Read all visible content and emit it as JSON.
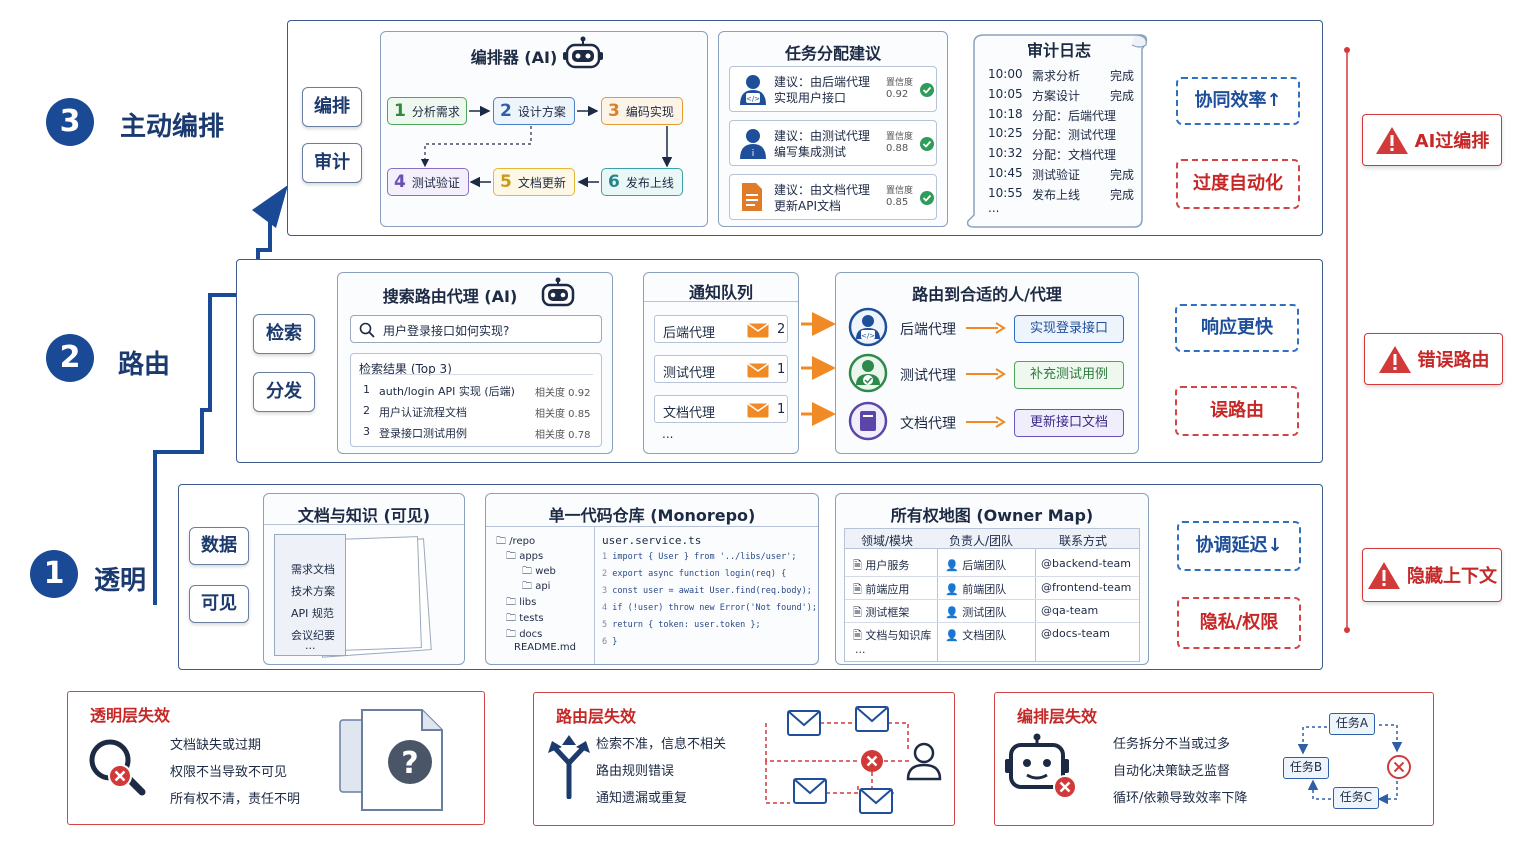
{
  "levels": [
    {
      "num": "1",
      "title": "透明"
    },
    {
      "num": "2",
      "title": "路由"
    },
    {
      "num": "3",
      "title": "主动编排"
    }
  ],
  "level3": {
    "buttons": [
      "编排",
      "审计"
    ],
    "orchestrator": {
      "title": "编排器 (AI)",
      "steps": [
        {
          "n": "1",
          "label": "分析需求"
        },
        {
          "n": "2",
          "label": "设计方案"
        },
        {
          "n": "3",
          "label": "编码实现"
        },
        {
          "n": "4",
          "label": "测试验证"
        },
        {
          "n": "5",
          "label": "文档更新"
        },
        {
          "n": "6",
          "label": "发布上线"
        }
      ]
    },
    "assign": {
      "title": "任务分配建议",
      "conf_label": "置信度",
      "items": [
        {
          "l1": "建议：由后端代理",
          "l2": "实现用户接口",
          "conf": "0.92"
        },
        {
          "l1": "建议：由测试代理",
          "l2": "编写集成测试",
          "conf": "0.88"
        },
        {
          "l1": "建议：由文档代理",
          "l2": "更新API文档",
          "conf": "0.85"
        }
      ]
    },
    "audit": {
      "title": "审计日志",
      "rows": [
        {
          "t": "10:00",
          "a": "需求分析",
          "s": "完成"
        },
        {
          "t": "10:05",
          "a": "方案设计",
          "s": "完成"
        },
        {
          "t": "10:18",
          "a": "分配：后端代理",
          "s": ""
        },
        {
          "t": "10:25",
          "a": "分配：测试代理",
          "s": ""
        },
        {
          "t": "10:32",
          "a": "分配：文档代理",
          "s": ""
        },
        {
          "t": "10:45",
          "a": "测试验证",
          "s": "完成"
        },
        {
          "t": "10:55",
          "a": "发布上线",
          "s": "完成"
        }
      ],
      "more": "..."
    },
    "benefit": "协同效率↑",
    "risk": "过度自动化"
  },
  "level2": {
    "buttons": [
      "检索",
      "分发"
    ],
    "search": {
      "title": "搜索路由代理 (AI)",
      "query": "用户登录接口如何实现?",
      "results_title": "检索结果 (Top 3)",
      "results": [
        {
          "n": "1",
          "label": "auth/login API 实现 (后端)",
          "score": "相关度 0.92"
        },
        {
          "n": "2",
          "label": "用户认证流程文档",
          "score": "相关度 0.85"
        },
        {
          "n": "3",
          "label": "登录接口测试用例",
          "score": "相关度 0.78"
        }
      ]
    },
    "queue": {
      "title": "通知队列",
      "items": [
        {
          "label": "后端代理",
          "count": "2"
        },
        {
          "label": "测试代理",
          "count": "1"
        },
        {
          "label": "文档代理",
          "count": "1"
        }
      ],
      "more": "..."
    },
    "route": {
      "title": "路由到合适的人/代理",
      "items": [
        {
          "agent": "后端代理",
          "target": "实现登录接口"
        },
        {
          "agent": "测试代理",
          "target": "补充测试用例"
        },
        {
          "agent": "文档代理",
          "target": "更新接口文档"
        }
      ]
    },
    "benefit": "响应更快",
    "risk": "误路由"
  },
  "level1": {
    "buttons": [
      "数据",
      "可见"
    ],
    "docs": {
      "title": "文档与知识 (可见)",
      "items": [
        "需求文档",
        "技术方案",
        "API 规范",
        "会议纪要",
        "..."
      ]
    },
    "monorepo": {
      "title": "单一代码仓库 (Monorepo)",
      "tree": [
        "/repo",
        "apps",
        "web",
        "api",
        "libs",
        "tests",
        "docs",
        "README.md"
      ],
      "file": "user.service.ts",
      "code": [
        {
          "n": "1",
          "text": "import { User } from '../libs/user';"
        },
        {
          "n": "2",
          "text": "export async function login(req) {"
        },
        {
          "n": "3",
          "text": "  const user = await User.find(req.body);"
        },
        {
          "n": "4",
          "text": "  if (!user) throw new Error('Not found');"
        },
        {
          "n": "5",
          "text": "  return { token: user.token };"
        },
        {
          "n": "6",
          "text": "}"
        }
      ]
    },
    "owners": {
      "title": "所有权地图 (Owner Map)",
      "headers": [
        "领域/模块",
        "负责人/团队",
        "联系方式"
      ],
      "rows": [
        {
          "domain": "用户服务",
          "team": "后端团队",
          "contact": "@backend-team"
        },
        {
          "domain": "前端应用",
          "team": "前端团队",
          "contact": "@frontend-team"
        },
        {
          "domain": "测试框架",
          "team": "测试团队",
          "contact": "@qa-team"
        },
        {
          "domain": "文档与知识库",
          "team": "文档团队",
          "contact": "@docs-team"
        }
      ],
      "more": "..."
    },
    "benefit": "协调延迟↓",
    "risk": "隐私/权限"
  },
  "warnings": [
    "AI过编排",
    "错误路由",
    "隐藏上下文"
  ],
  "failures": [
    {
      "title": "透明层失效",
      "bullets": [
        "文档缺失或过期",
        "权限不当导致不可见",
        "所有权不清，责任不明"
      ]
    },
    {
      "title": "路由层失效",
      "bullets": [
        "检索不准，信息不相关",
        "路由规则错误",
        "通知遗漏或重复"
      ]
    },
    {
      "title": "编排层失效",
      "bullets": [
        "任务拆分不当或过多",
        "自动化决策缺乏监督",
        "循环/依赖导致效率下降"
      ],
      "tasks": [
        "任务A",
        "任务B",
        "任务C"
      ]
    }
  ],
  "colors": {
    "primary": "#1a4a96",
    "danger": "#c62828",
    "accent": "#f08a24",
    "green": "#2e9d5a"
  }
}
